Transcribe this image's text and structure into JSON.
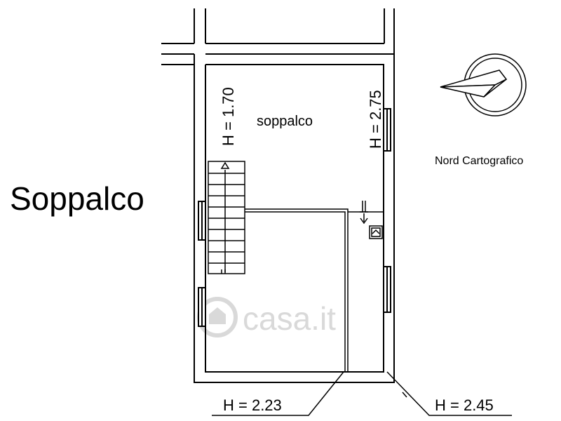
{
  "floor_title": "Soppalco",
  "room_label": "soppalco",
  "ceiling_heights": {
    "left": "H = 1.70",
    "right": "H = 2.75",
    "bottom_center": "H = 2.23",
    "bottom_right": "H = 2.45"
  },
  "north_label": "Nord Cartografico",
  "watermark": "casa.it",
  "colors": {
    "ink": "#000000",
    "background": "#ffffff",
    "watermark": "#d9d9d9"
  }
}
